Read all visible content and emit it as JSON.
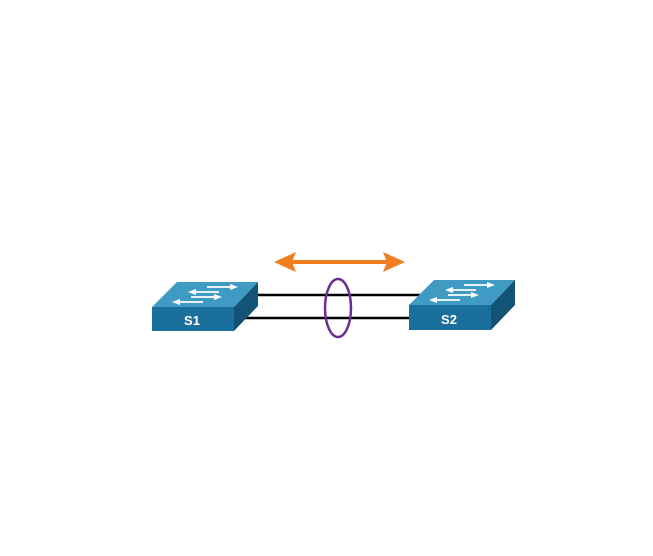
{
  "diagram": {
    "switches": [
      {
        "label": "S1"
      },
      {
        "label": "S2"
      }
    ],
    "links": {
      "count": 2,
      "bundle": "etherchannel"
    },
    "icons": {
      "switch": "layer2-switch-icon",
      "bundle": "etherchannel-ellipse-icon",
      "arrow": "bidirectional-arrow-icon"
    },
    "colors": {
      "switch_top": "#3f9ac4",
      "switch_front": "#1b6f9c",
      "switch_side": "#135376",
      "link": "#000000",
      "bundle_ellipse": "#6a2c91",
      "arrow": "#f07d1e"
    }
  }
}
